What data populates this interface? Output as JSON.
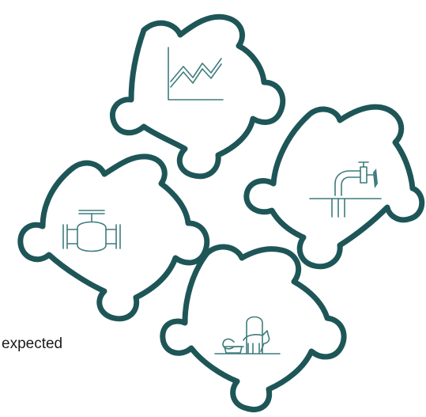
{
  "caption": {
    "text": "expected"
  },
  "colors": {
    "piece_outline": "#1e5658",
    "icon_stroke": "#3f7c7d",
    "background": "#ffffff"
  },
  "pieces": [
    {
      "id": "top",
      "icon": "line-chart-icon"
    },
    {
      "id": "right",
      "icon": "pipe-faucet-icon"
    },
    {
      "id": "left",
      "icon": "valve-icon"
    },
    {
      "id": "bottom",
      "icon": "livestock-trough-icon"
    }
  ]
}
